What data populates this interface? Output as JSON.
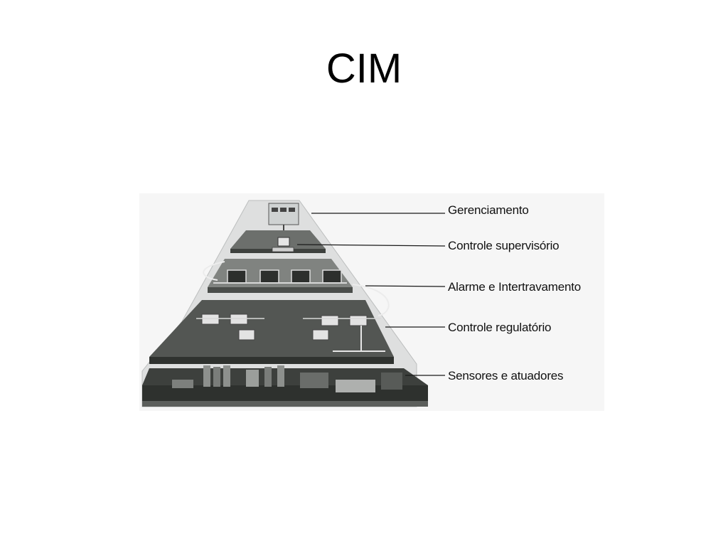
{
  "slide": {
    "title": "CIM"
  },
  "diagram": {
    "layers": [
      {
        "label": "Gerenciamento"
      },
      {
        "label": "Controle supervisório"
      },
      {
        "label": "Alarme e Intertravamento"
      },
      {
        "label": "Controle regulatório"
      },
      {
        "label": "Sensores e atuadores"
      }
    ],
    "colors": {
      "glass": "#d4d6d6",
      "deck_dark": "#3a3d3a",
      "deck_mid": "#585b58",
      "deck_light": "#8a8c8a",
      "leader_line": "#1a1a1a"
    }
  }
}
